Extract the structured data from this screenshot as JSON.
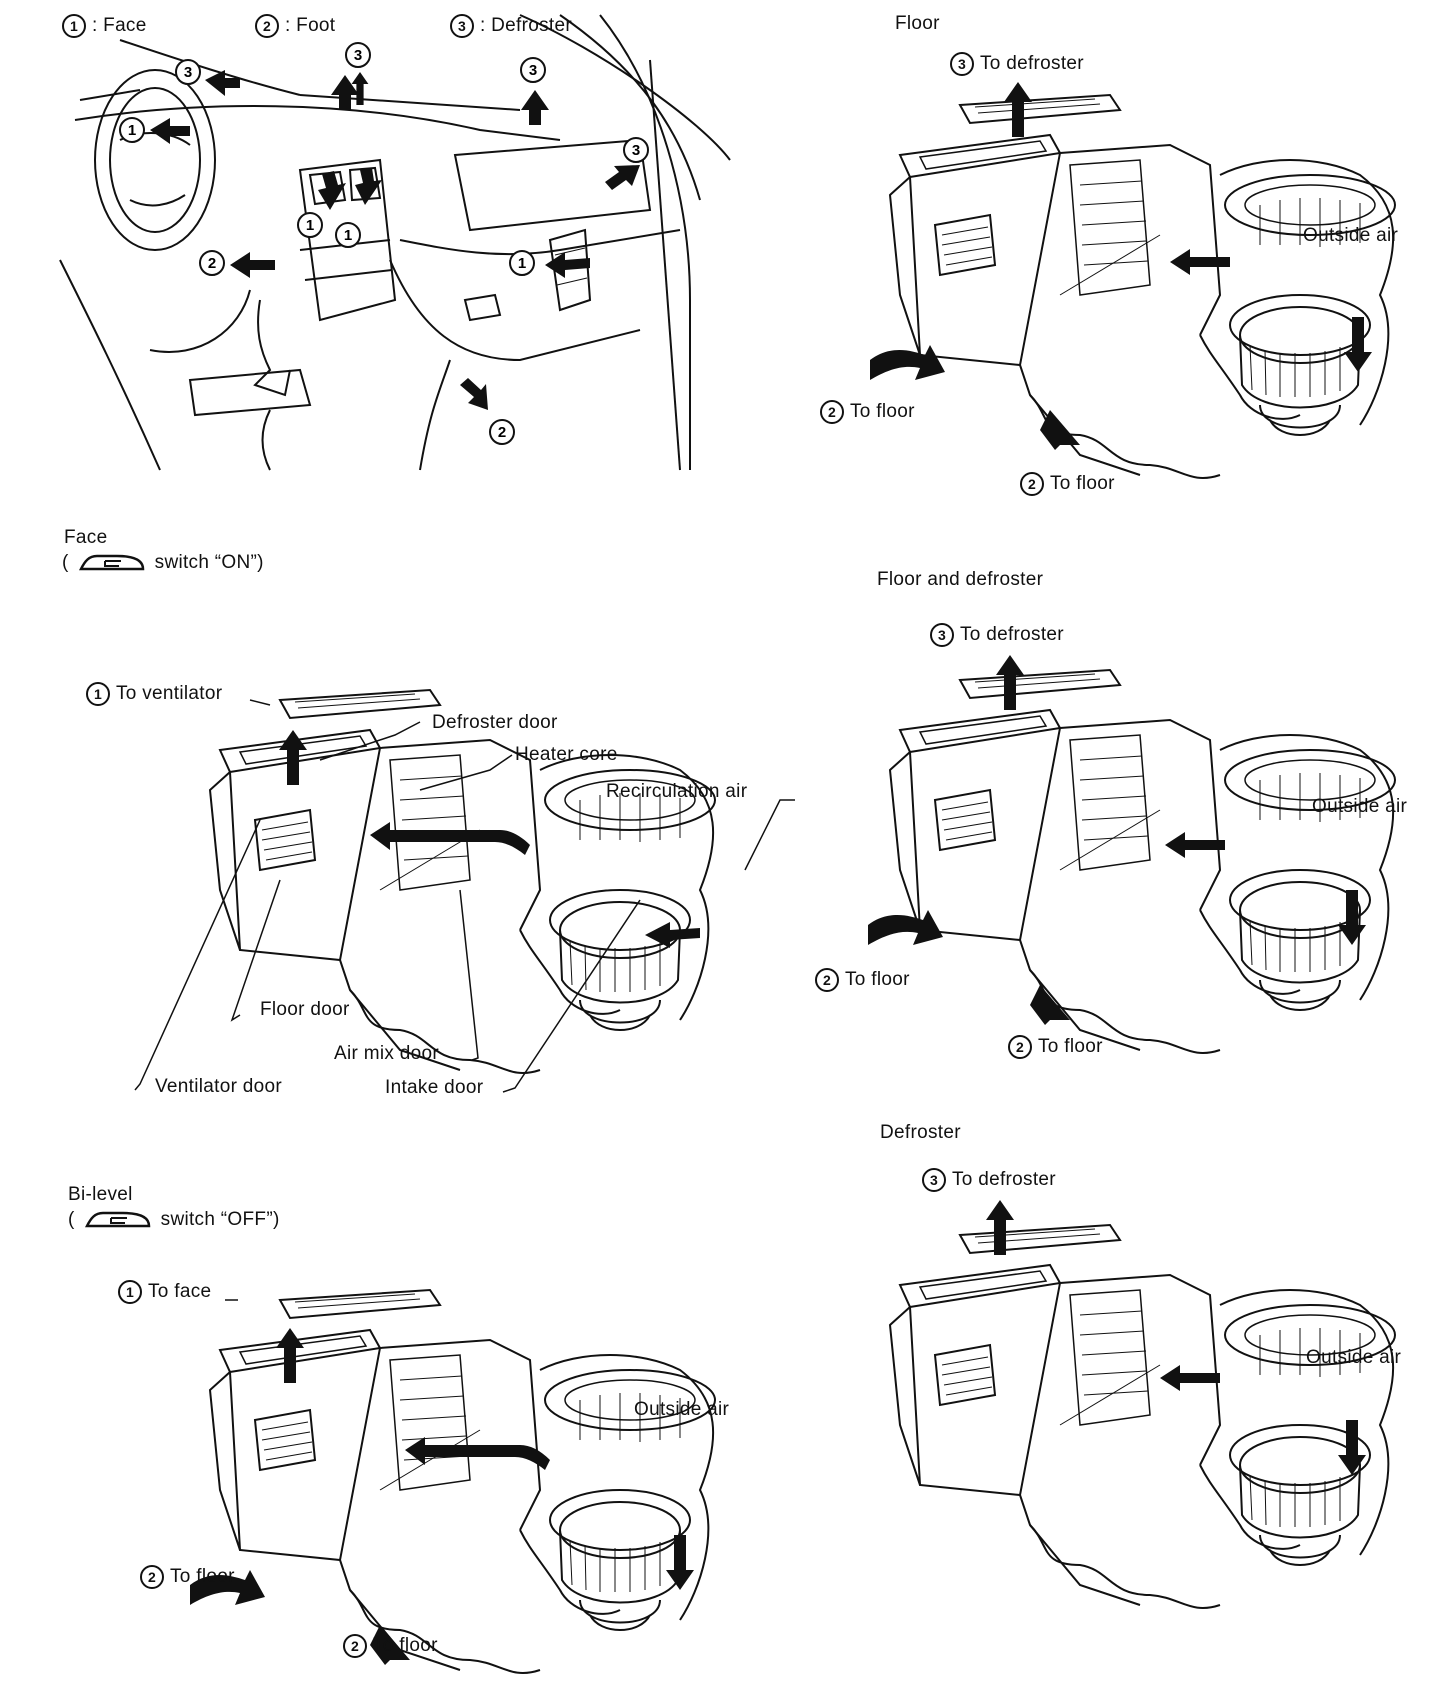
{
  "legend": {
    "face_num": "1",
    "face_label": ": Face",
    "foot_num": "2",
    "foot_label": ": Foot",
    "defroster_num": "3",
    "defroster_label": ": Defroster"
  },
  "dashboard": {
    "markers": [
      "3",
      "3",
      "3",
      "3",
      "1",
      "1",
      "1",
      "1",
      "2",
      "2"
    ]
  },
  "modes": {
    "face": {
      "title": "Face",
      "switch_note_open": "(",
      "switch_note_close": "switch “ON”)",
      "to_ventilator_num": "1",
      "to_ventilator": "To ventilator",
      "defroster_door": "Defroster door",
      "heater_core": "Heater core",
      "recirculation_air": "Recirculation air",
      "floor_door": "Floor door",
      "air_mix_door": "Air mix door",
      "ventilator_door": "Ventilator door",
      "intake_door": "Intake door"
    },
    "bilevel": {
      "title": "Bi-level",
      "switch_note_open": "(",
      "switch_note_close": "switch “OFF”)",
      "to_face_num": "1",
      "to_face": "To face",
      "outside_air": "Outside air",
      "to_floor_a_num": "2",
      "to_floor_a": "To floor",
      "to_floor_b_num": "2",
      "to_floor_b": "To floor"
    },
    "floor": {
      "title": "Floor",
      "to_defroster_num": "3",
      "to_defroster": "To defroster",
      "outside_air": "Outside air",
      "to_floor_a_num": "2",
      "to_floor_a": "To floor",
      "to_floor_b_num": "2",
      "to_floor_b": "To floor"
    },
    "floor_defroster": {
      "title": "Floor and defroster",
      "to_defroster_num": "3",
      "to_defroster": "To defroster",
      "outside_air": "Outside air",
      "to_floor_a_num": "2",
      "to_floor_a": "To floor",
      "to_floor_b_num": "2",
      "to_floor_b": "To floor"
    },
    "defroster": {
      "title": "Defroster",
      "to_defroster_num": "3",
      "to_defroster": "To defroster",
      "outside_air": "Outside air"
    }
  }
}
